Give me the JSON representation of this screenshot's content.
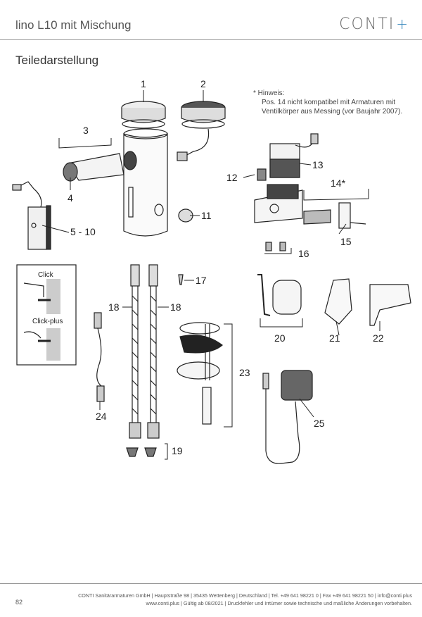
{
  "header": {
    "title": "lino L10 mit Mischung",
    "logo": "CONTI",
    "logo_plus": "+"
  },
  "section_title": "Teiledarstellung",
  "note": {
    "line1": "* Hinweis:",
    "line2": "Pos. 14 nicht kompatibel mit Armaturen mit",
    "line3": "Ventilkörper aus Messing (vor Baujahr 2007)."
  },
  "callouts": [
    "1",
    "2",
    "3",
    "4",
    "5 - 10",
    "11",
    "12",
    "13",
    "14*",
    "15",
    "16",
    "17",
    "18",
    "18",
    "19",
    "20",
    "21",
    "22",
    "23",
    "24",
    "25"
  ],
  "inset_labels": {
    "click": "Click",
    "click_plus": "Click-plus"
  },
  "footer": {
    "page": "82",
    "line1": "CONTI Sanitärarmaturen GmbH | Hauptstraße 98 | 35435 Wettenberg | Deutschland | Tel. +49 641 98221 0 | Fax +49 641 98221 50 | info@conti.plus",
    "line2": "www.conti.plus | Gültig ab 08/2021 | Druckfehler und Irrtümer sowie technische und maßliche Änderungen vorbehalten."
  }
}
